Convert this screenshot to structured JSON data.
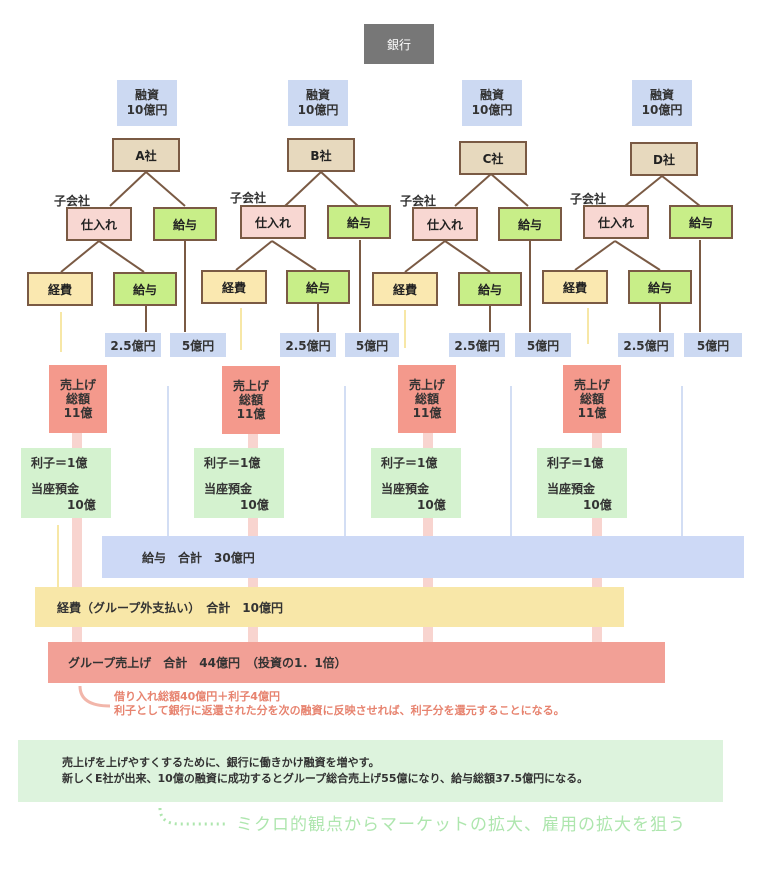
{
  "bank": {
    "label": "銀行"
  },
  "loan": {
    "line1": "融資",
    "line2": "10億円"
  },
  "subsidiary_label": "子会社",
  "labels": {
    "shiire": "仕入れ",
    "kyuyo": "給与",
    "keihi": "経費",
    "sales_l1": "売上げ",
    "sales_l2": "総額",
    "sales_l3": "11億",
    "interest": "利子＝1億",
    "deposit": "当座預金",
    "deposit_amount": "10億",
    "amt_small": "2.5億円",
    "amt_large": "5億円"
  },
  "companies": [
    {
      "name": "A社"
    },
    {
      "name": "B社"
    },
    {
      "name": "C社"
    },
    {
      "name": "D社"
    }
  ],
  "totals": {
    "salary": "給与　合計　30億円",
    "expenses": "経費（グループ外支払い）　合計　10億円",
    "group_sales": "グループ売上げ　合計　44億円　（投資の1．1倍）"
  },
  "notes": {
    "red_line1": "借り入れ総額40億円＋利子4億円",
    "red_line2": "利子として銀行に返還された分を次の融資に反映させれば、利子分を還元することになる。",
    "green_line1": "売上げを上げやすくするために、銀行に働きかけ融資を増やす。",
    "green_line2": "新しくE社が出来、10億の融資に成功するとグループ総合売上げ55億になり、給与総額37.5億円になる。",
    "slogan": "ミクロ的観点からマーケットの拡大、雇用の拡大を狙う"
  },
  "colors": {
    "bank": "#777777",
    "loan": "#ccd9f2",
    "company": "#e7d9be",
    "shiire": "#f8d7d2",
    "kyuyo": "#c8ee88",
    "keihi": "#fae8b0",
    "sales": "#f4998c",
    "interest": "#d4f2cf",
    "salary_bar": "#cdd9f6",
    "expense_bar": "#f8e7a8",
    "sales_bar": "#f2a096",
    "note_red": "#e7836f",
    "note_green": "#ddf3dd",
    "slogan": "#aee6ae"
  }
}
